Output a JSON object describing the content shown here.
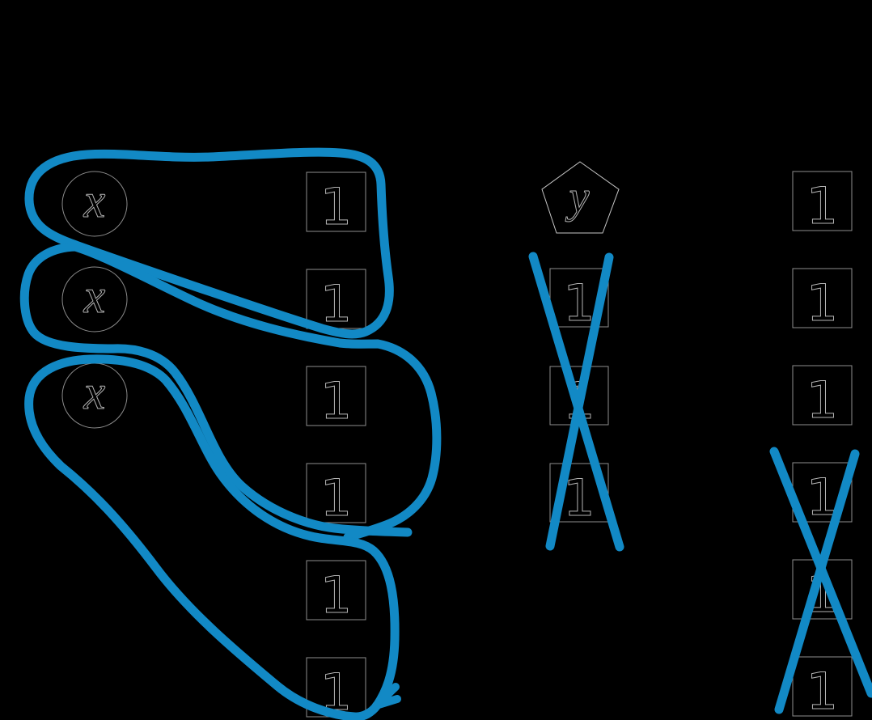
{
  "scene": {
    "background": "#000000"
  },
  "colors": {
    "annotation_blue": "#1289c5",
    "shape_outline": "#8e8e8e",
    "glyph_outline": "#b4b4b4",
    "circle_outline": "#8a8a8a",
    "pentagon_outline": "#c6c6c6"
  },
  "left_group": {
    "variable_circles": [
      {
        "label": "x"
      },
      {
        "label": "x"
      },
      {
        "label": "x"
      }
    ],
    "unit_squares": [
      {
        "label": "1"
      },
      {
        "label": "1"
      },
      {
        "label": "1"
      },
      {
        "label": "1"
      },
      {
        "label": "1"
      },
      {
        "label": "1"
      }
    ],
    "loop_annotations": [
      {
        "name": "loop-1",
        "encloses": "x circle 1 + unit squares 1-2"
      },
      {
        "name": "loop-2",
        "encloses": "x circle 2 + unit squares 3-4"
      },
      {
        "name": "loop-3",
        "encloses": "x circle 3 + unit squares 5-6"
      }
    ]
  },
  "middle_group": {
    "variable_pentagon": {
      "label": "y"
    },
    "unit_squares": [
      {
        "label": "1",
        "crossed_out": true
      },
      {
        "label": "1",
        "crossed_out": true
      },
      {
        "label": "1",
        "crossed_out": true
      }
    ]
  },
  "right_group": {
    "unit_squares": [
      {
        "label": "1",
        "crossed_out": false
      },
      {
        "label": "1",
        "crossed_out": false
      },
      {
        "label": "1",
        "crossed_out": false
      },
      {
        "label": "1",
        "crossed_out": true
      },
      {
        "label": "1",
        "crossed_out": true
      },
      {
        "label": "1",
        "crossed_out": true
      }
    ]
  }
}
